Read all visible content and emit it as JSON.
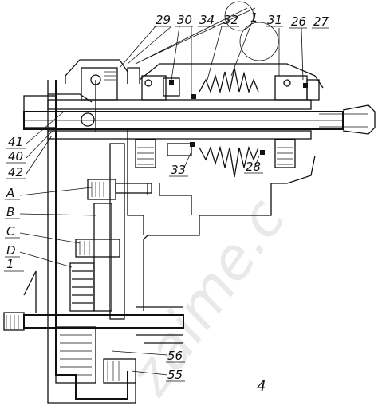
{
  "labels": {
    "n29": "29",
    "n30": "30",
    "n34": "34",
    "n32": "32",
    "n1top": "1",
    "n31": "31",
    "n26": "26",
    "n27": "27",
    "n41": "41",
    "n40": "40",
    "n42": "42",
    "nA": "A",
    "nB": "B",
    "nC": "C",
    "nD": "D",
    "n1left": "1",
    "n33": "33",
    "n28": "28",
    "n56": "56",
    "n55": "55",
    "n4": "4"
  },
  "watermark": "zaime.c"
}
